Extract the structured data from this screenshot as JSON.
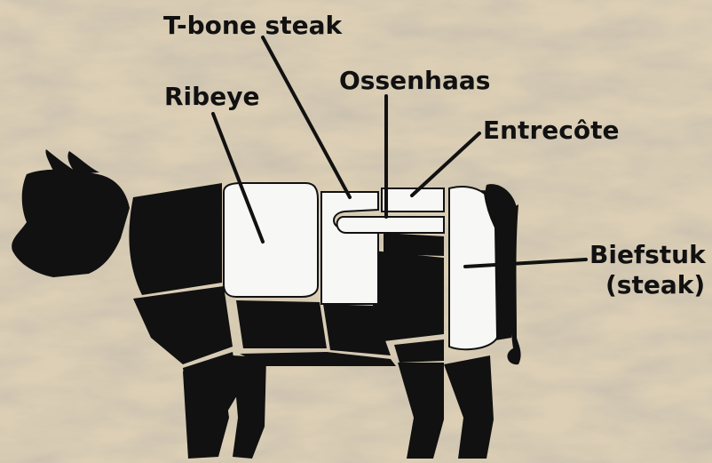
{
  "labels": {
    "tbone": "T-bone steak",
    "ossenhaas": "Ossenhaas",
    "ribeye": "Ribeye",
    "entrecote": "Entrecôte",
    "biefstuk_line1": "Biefstuk",
    "biefstuk_line2": "(steak)"
  },
  "colors": {
    "background": "#d8cdb4",
    "cow": "#111111",
    "highlight": "#f7f7f5",
    "text": "#111111"
  }
}
